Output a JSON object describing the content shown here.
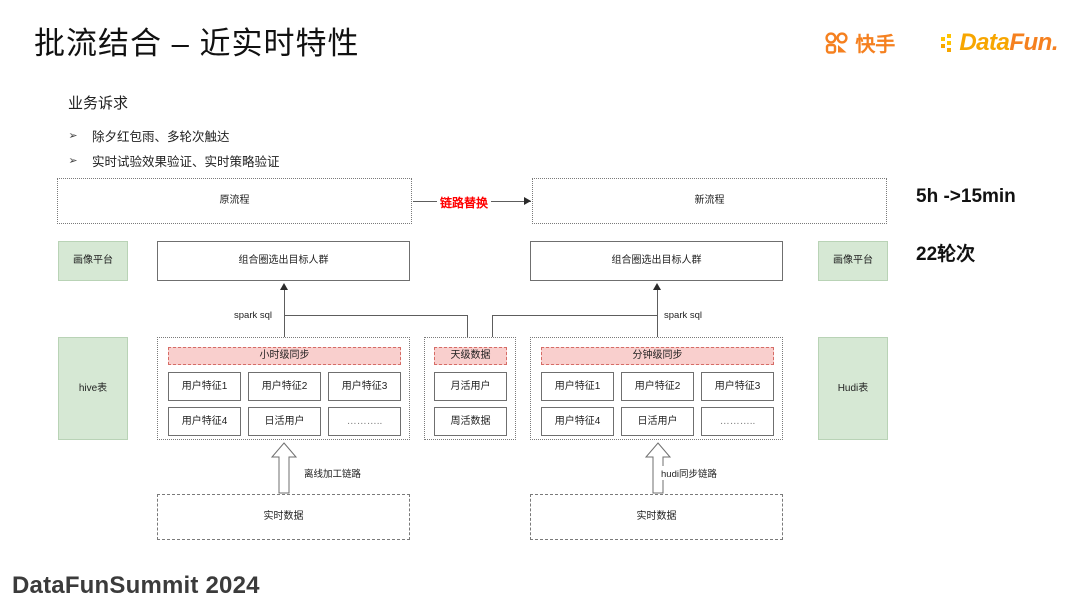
{
  "header": {
    "title": "批流结合 – 近实时特性",
    "kuaishou_logo_text": "快手",
    "datafun_logo_text_a": "Data",
    "datafun_logo_text_b": "Fun.",
    "accent_orange": "#F5801F",
    "accent_yellow": "#F7A600"
  },
  "requirements": {
    "title": "业务诉求",
    "bullet_glyph": "➢",
    "items": [
      "除夕红包雨、多轮次触达",
      "实时试验效果验证、实时策略验证"
    ]
  },
  "flow": {
    "old_label": "原流程",
    "new_label": "新流程",
    "replace_label": "链路替换",
    "replace_color": "#FF0000"
  },
  "notes": {
    "latency": "5h ->15min",
    "rounds": "22轮次"
  },
  "left": {
    "profile_platform": "画像平台",
    "target_group": "组合圈选出目标人群",
    "spark_sql": "spark sql",
    "storage": "hive表",
    "offline_link": "离线加工链路",
    "realtime_data": "实时数据",
    "groups": [
      {
        "header": "小时级同步",
        "cells": [
          "用户特征1",
          "用户特征2",
          "用户特征3",
          "用户特征4",
          "日活用户",
          "……….."
        ]
      },
      {
        "header": "天级数据",
        "cells": [
          "月活用户",
          "周活数据"
        ]
      }
    ]
  },
  "right": {
    "profile_platform": "画像平台",
    "target_group": "组合圈选出目标人群",
    "spark_sql": "spark sql",
    "storage": "Hudi表",
    "sync_link": "hudi同步链路",
    "realtime_data": "实时数据",
    "group": {
      "header": "分钟级同步",
      "cells": [
        "用户特征1",
        "用户特征2",
        "用户特征3",
        "用户特征4",
        "日活用户",
        "……….."
      ]
    }
  },
  "footer": {
    "text": "DataFunSummit 2024"
  }
}
